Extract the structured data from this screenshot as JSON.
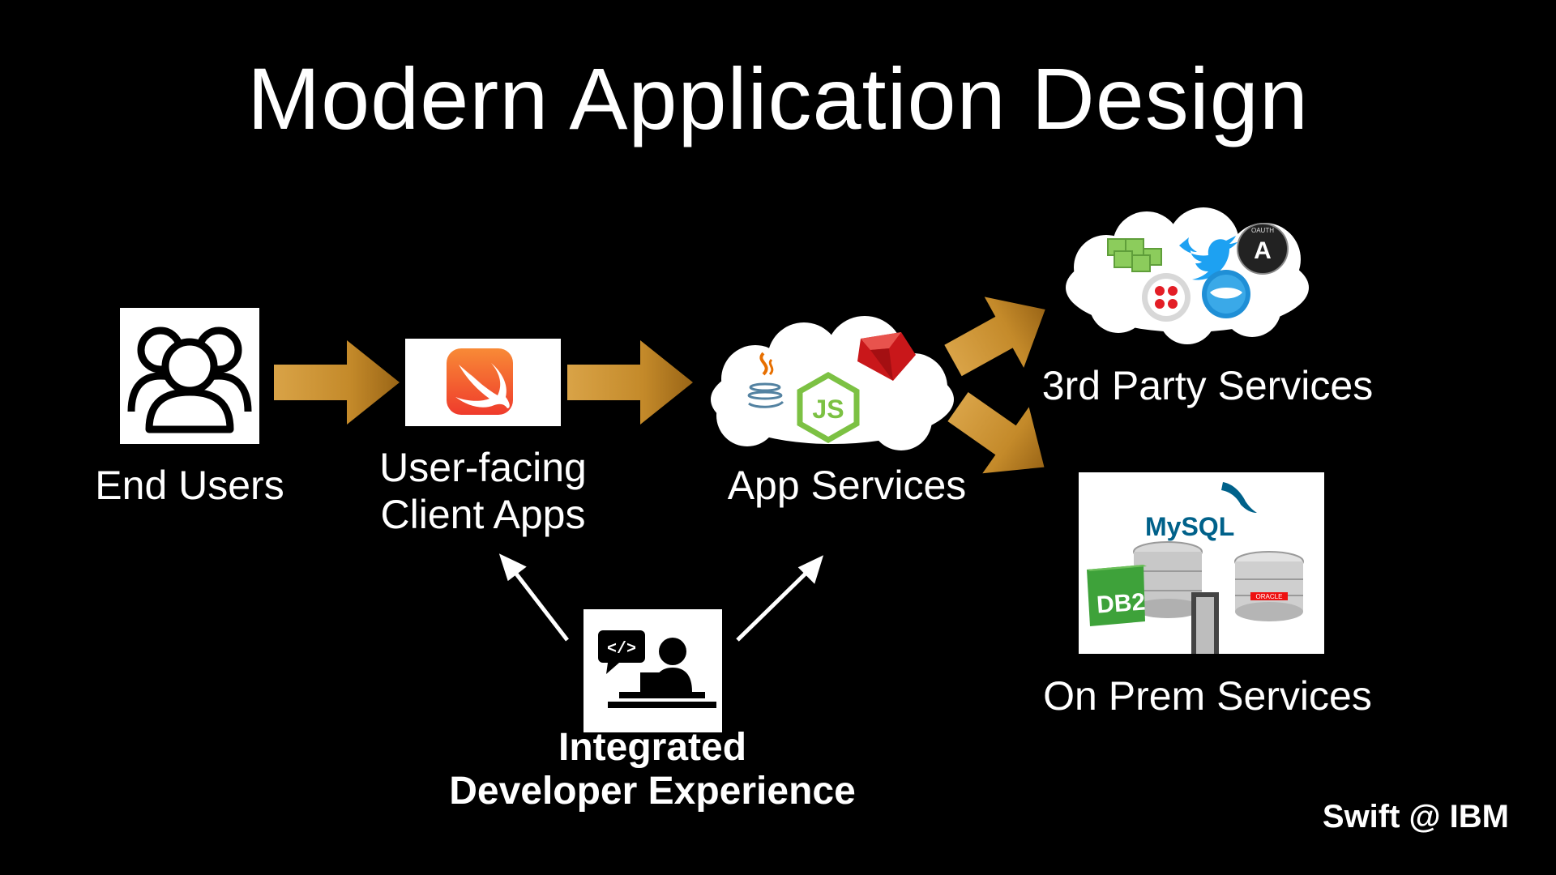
{
  "slide": {
    "title": "Modern Application Design",
    "footer": "Swift @ IBM"
  },
  "nodes": {
    "end_users": {
      "label": "End Users",
      "icon": "users-group-icon"
    },
    "client_apps": {
      "label_line1": "User-facing",
      "label_line2": "Client Apps",
      "icon": "swift-logo-icon"
    },
    "app_services": {
      "label": "App Services",
      "icons": [
        "java-icon",
        "nodejs-icon",
        "ruby-icon"
      ]
    },
    "third_party": {
      "label": "3rd Party Services",
      "icons": [
        "box-cubes-icon",
        "twitter-icon",
        "oauth-icon",
        "twilio-icon",
        "salesforce-icon"
      ]
    },
    "on_prem": {
      "label": "On Prem Services",
      "icons": [
        "mysql-icon",
        "db2-icon",
        "oracle-db-icon"
      ]
    },
    "developer": {
      "label_line1": "Integrated",
      "label_line2": "Developer Experience",
      "icon": "developer-workstation-icon"
    }
  },
  "logos": {
    "mysql": "MySQL",
    "db2": "DB2",
    "oracle": "ORACLE",
    "js": "JS",
    "oauth": "OAUTH"
  },
  "colors": {
    "background": "#000000",
    "arrow_gold": "#c9922e",
    "swift_orange": "#f0512d",
    "node_green": "#7cc143",
    "ruby_red": "#c9171a",
    "twitter_blue": "#1da1f2",
    "mysql_blue": "#00618a",
    "db2_green": "#3ea23a"
  }
}
